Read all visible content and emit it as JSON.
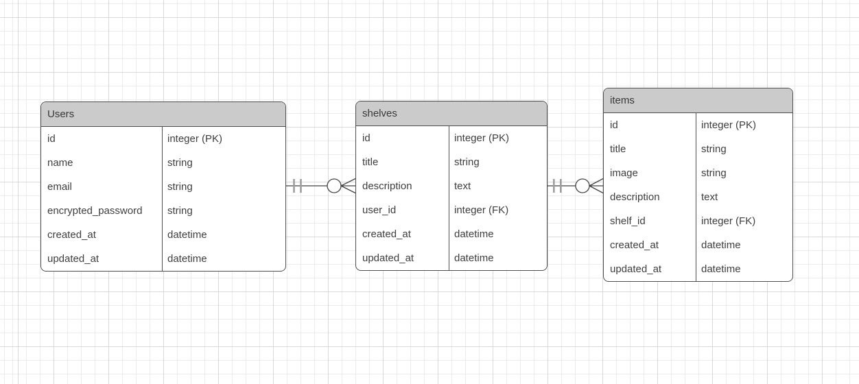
{
  "diagram": {
    "type": "entity-relationship",
    "entities": [
      {
        "name": "Users",
        "fields": [
          {
            "name": "id",
            "type": "integer (PK)"
          },
          {
            "name": "name",
            "type": "string"
          },
          {
            "name": "email",
            "type": "string"
          },
          {
            "name": "encrypted_password",
            "type": "string"
          },
          {
            "name": "created_at",
            "type": "datetime"
          },
          {
            "name": "updated_at",
            "type": "datetime"
          }
        ]
      },
      {
        "name": "shelves",
        "fields": [
          {
            "name": "id",
            "type": "integer (PK)"
          },
          {
            "name": "title",
            "type": "string"
          },
          {
            "name": "description",
            "type": "text"
          },
          {
            "name": "user_id",
            "type": "integer (FK)"
          },
          {
            "name": "created_at",
            "type": "datetime"
          },
          {
            "name": "updated_at",
            "type": "datetime"
          }
        ]
      },
      {
        "name": "items",
        "fields": [
          {
            "name": "id",
            "type": "integer (PK)"
          },
          {
            "name": "title",
            "type": "string"
          },
          {
            "name": "image",
            "type": "string"
          },
          {
            "name": "description",
            "type": "text"
          },
          {
            "name": "shelf_id",
            "type": "integer (FK)"
          },
          {
            "name": "created_at",
            "type": "datetime"
          },
          {
            "name": "updated_at",
            "type": "datetime"
          }
        ]
      }
    ],
    "relationships": [
      {
        "from": "Users",
        "to": "shelves",
        "from_cardinality": "exactly-one",
        "to_cardinality": "zero-or-many"
      },
      {
        "from": "shelves",
        "to": "items",
        "from_cardinality": "exactly-one",
        "to_cardinality": "zero-or-many"
      }
    ]
  },
  "colors": {
    "background": "#ffffff",
    "grid_minor": "#ececec",
    "grid_major": "#d9d9d9",
    "entity_header_fill": "#cbcbcb",
    "entity_border": "#4d4d4d",
    "text": "#3e3e3e",
    "connector_line": "#404040",
    "cardinality_tick": "#9e9e9e"
  }
}
